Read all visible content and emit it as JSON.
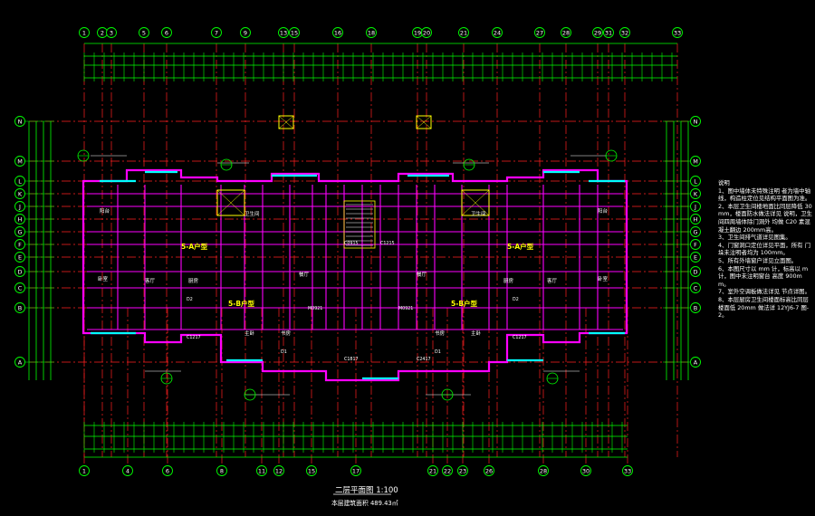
{
  "drawing": {
    "title": "二层平面图 1:100",
    "area": "本层建筑面积 489.43㎡",
    "top_axes": [
      "1",
      "2",
      "3",
      "5",
      "6",
      "7",
      "9",
      "13",
      "15",
      "16",
      "18",
      "19",
      "20",
      "21",
      "24",
      "27",
      "28",
      "29",
      "31",
      "32",
      "33"
    ],
    "bottom_axes": [
      "1",
      "4",
      "6",
      "8",
      "11",
      "12",
      "15",
      "17",
      "21",
      "22",
      "23",
      "26",
      "28",
      "30",
      "33"
    ],
    "left_axes": [
      "N",
      "M",
      "L",
      "K",
      "J",
      "H",
      "G",
      "F",
      "E",
      "D",
      "C",
      "B",
      "A"
    ],
    "right_axes": [
      "N",
      "M",
      "L",
      "K",
      "J",
      "H",
      "G",
      "F",
      "E",
      "D",
      "C",
      "B",
      "A"
    ],
    "unit_labels": [
      "5-A户型",
      "5-A户型",
      "5-B户型",
      "5-B户型"
    ],
    "room_labels": [
      "卧室",
      "客厅",
      "厨房",
      "卫生间",
      "餐厅",
      "主卧",
      "书房",
      "阳台",
      "卧室",
      "客厅",
      "厨房",
      "卫生间",
      "餐厅",
      "主卧",
      "书房",
      "阳台"
    ],
    "door_labels": [
      "C1817",
      "C1217",
      "M0921",
      "C0915",
      "D1",
      "D2",
      "C2417",
      "C1217",
      "M0921",
      "C1215",
      "D1",
      "D2"
    ]
  },
  "notes": {
    "heading": "说明",
    "lines": [
      "1、图中墙体未特殊注明 者为墙中轴线，构造柱定位见结构平面图为准。",
      "2、本层卫生间楼地面比同层降低 30mm，楼面防水做法详见 说明，卫生间四周墙体除门洞外 均做 C20 素混凝土翻边 200mm高。",
      "3、卫生间排气道详见图集。",
      "4、门窗洞口定位详见平面，所有 门垛未注明者均为 100mm。",
      "5、所有外墙窗户详见立面图。",
      "6、本图尺寸以 mm 计，标高以 m 计，图中未注明窗台 高度 900mm。",
      "7、室外空调板做法详见 节点详图。",
      "8、本层厨房卫生间楼面标高比同层楼面低 20mm 做法详 12YJ6-7 图-2。"
    ]
  },
  "colors": {
    "background": "#000000",
    "axis_line": "#ff2020",
    "dimension": "#00ff00",
    "wall": "#ff00ff",
    "window": "#00ffff",
    "text": "#ffffff",
    "accent": "#ffff00"
  }
}
